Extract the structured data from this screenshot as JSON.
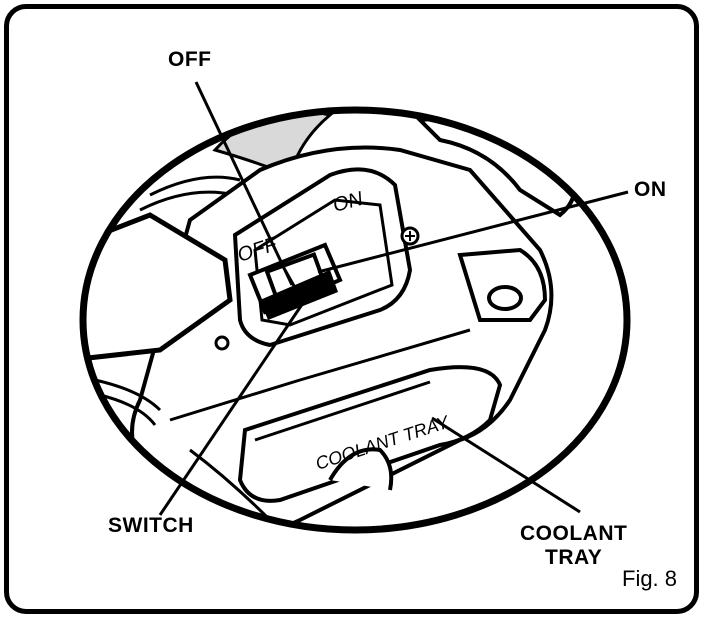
{
  "labels": {
    "off": "OFF",
    "on": "ON",
    "switch": "SWITCH",
    "coolant_tray_line1": "COOLANT",
    "coolant_tray_line2": "TRAY"
  },
  "engraved": {
    "switch_off": "OFF",
    "switch_on": "ON",
    "coolant_tray": "COOLANT TRAY"
  },
  "figure_caption": "Fig. 8"
}
